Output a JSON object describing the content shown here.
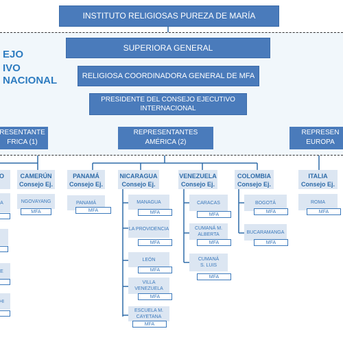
{
  "title": "INSTITUTO RELIGIOSAS PUREZA DE MARÍA",
  "side_label": [
    "EJO",
    "IVO",
    "NACIONAL"
  ],
  "superiora": "SUPERIORA GENERAL",
  "coordinadora": "RELIGIOSA COORDINADORA GENERAL DE MFA",
  "presidente": "PRESIDENTE DEL CONSEJO EJECUTIVO INTERNACIONAL",
  "reps": {
    "africa": {
      "line1": "RESENTANTE",
      "line2": "FRICA  (1)"
    },
    "america": {
      "line1": "REPRESENTANTES",
      "line2": "AMÉRICA (2)"
    },
    "europa": {
      "line1": "REPRESEN",
      "line2": "EUROPA"
    }
  },
  "mfa": "MFA",
  "left_fragments": [
    "A",
    "E",
    "HI"
  ],
  "countries": {
    "left_edge": {
      "name": "O"
    },
    "camerun": {
      "name": "CAMERÚN",
      "sub": "Consejo Ej.",
      "cities": [
        "NGOVAYANG"
      ]
    },
    "panama": {
      "name": "PANAMÁ",
      "sub": "Consejo Ej.",
      "cities": [
        "PANAMÁ"
      ]
    },
    "nicaragua": {
      "name": "NICARAGUA",
      "sub": "Consejo Ej.",
      "cities": [
        "MANAGUA",
        "LA PROVIDENCIA",
        "LEÓN",
        "VILLA VENEZUELA",
        "ESCUELA M. CAYETANA"
      ]
    },
    "venezuela": {
      "name": "VENEZUELA",
      "sub": "Consejo Ej.",
      "cities": [
        "CARACAS",
        "CUMANÁ M. ALBERTA",
        "CUMANÁ S. LUIS"
      ]
    },
    "colombia": {
      "name": "COLOMBIA",
      "sub": "Consejo Ej.",
      "cities": [
        "BOGOTÁ",
        "BUCARAMANGA"
      ]
    },
    "italia": {
      "name": "ITALIA",
      "sub": "Consejo Ej.",
      "cities": [
        "ROMA"
      ]
    }
  }
}
